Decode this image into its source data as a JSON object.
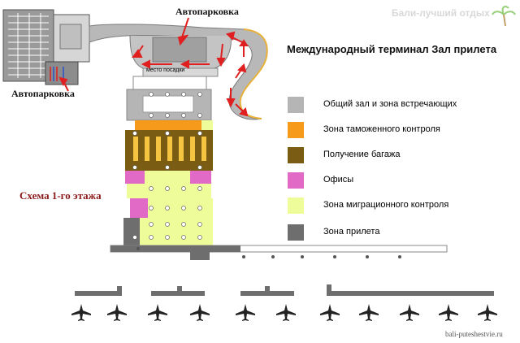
{
  "watermark": {
    "brand": "Бали-лучший отдых",
    "site": "bali-puteshestvie.ru"
  },
  "labels": {
    "parking_top": "Автопарковка",
    "parking_left": "Автопарковка",
    "boarding_place": "место посадки",
    "title": "Международный терминал Зал прилета",
    "floor_scheme": "Схема 1-го этажа"
  },
  "legend": [
    {
      "label": "Общий зал и зона встречающих",
      "color": "#b5b5b5"
    },
    {
      "label": "Зона таможенного контроля",
      "color": "#f59a1a"
    },
    {
      "label": "Получение багажа",
      "color": "#7a5c12"
    },
    {
      "label": "Офисы",
      "color": "#e06ac6"
    },
    {
      "label": "Зона миграционного контроля",
      "color": "#eefc9a"
    },
    {
      "label": "Зона прилета",
      "color": "#6e6e6e"
    }
  ],
  "colors": {
    "arrow": "#e02020",
    "road": "#a8a8a8",
    "road_edge": "#e8b23a",
    "title_red": "#8b1a1a"
  }
}
